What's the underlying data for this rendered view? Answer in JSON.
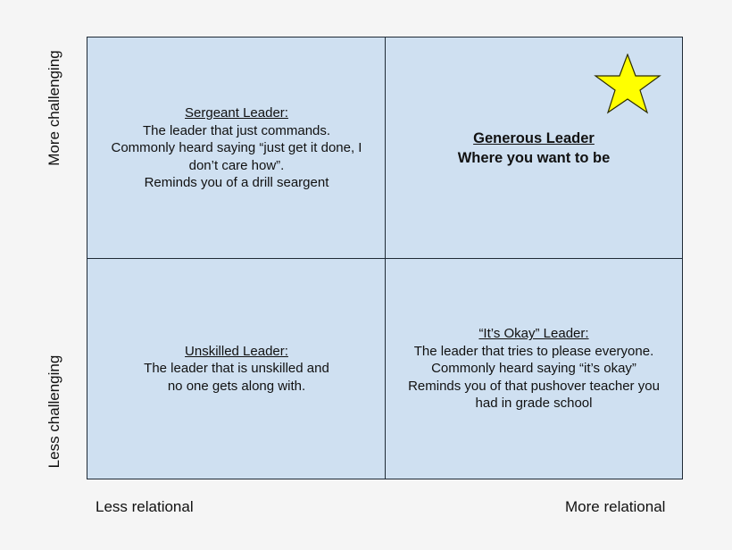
{
  "diagram": {
    "type": "2x2 quadrant matrix",
    "colors": {
      "background": "#f5f5f5",
      "quadrant_fill": "#cfe0f1",
      "border": "#1f2a36",
      "star_fill": "#ffff00",
      "star_stroke": "#2b2b00"
    },
    "axes": {
      "y_top": "More challenging",
      "y_bottom": "Less challenging",
      "x_left": "Less relational",
      "x_right": "More relational"
    },
    "quadrants": {
      "top_left": {
        "title": "Sergeant Leader:",
        "lines": [
          "The leader that just commands.",
          "Commonly heard saying “just get it done, I",
          "don’t care how”.",
          "Reminds you of a drill seargent"
        ]
      },
      "top_right": {
        "title": "Generous Leader",
        "lines": [
          "Where you want to be"
        ],
        "icon": "star-icon"
      },
      "bottom_left": {
        "title": "Unskilled Leader:",
        "lines": [
          "The leader that is unskilled and",
          "no one gets along with."
        ]
      },
      "bottom_right": {
        "title": "“It’s Okay” Leader:",
        "lines": [
          "The leader that tries to please everyone.",
          "Commonly heard saying “it’s okay”",
          "Reminds you of that pushover teacher you",
          "had in grade school"
        ]
      }
    }
  }
}
